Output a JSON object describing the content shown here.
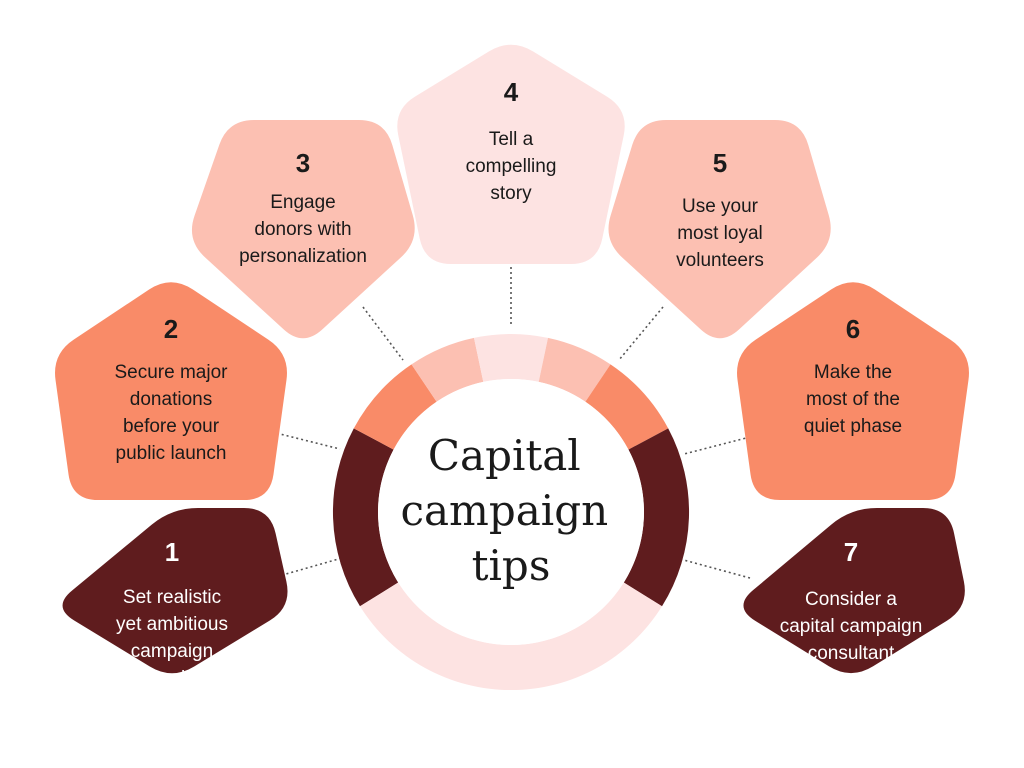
{
  "center_title": [
    "Capital",
    "campaign",
    "tips"
  ],
  "colors": {
    "darkest": "#5f1c1e",
    "orange": "#f98b68",
    "salmon": "#fcc0b2",
    "pale": "#fde3e2",
    "text_light": "#ffffff",
    "text_dark": "#1a1a1a",
    "connector": "#555555"
  },
  "tips": [
    {
      "number": "1",
      "lines": [
        "Set realistic",
        "yet ambitious",
        "campaign",
        "goals"
      ],
      "color": "#5f1c1e",
      "text_color": "#ffffff"
    },
    {
      "number": "2",
      "lines": [
        "Secure major",
        "donations",
        "before your",
        "public launch"
      ],
      "color": "#f98b68",
      "text_color": "#1a1a1a"
    },
    {
      "number": "3",
      "lines": [
        "Engage",
        "donors with",
        "personalization"
      ],
      "color": "#fcc0b2",
      "text_color": "#1a1a1a"
    },
    {
      "number": "4",
      "lines": [
        "Tell a",
        "compelling",
        "story"
      ],
      "color": "#fde3e2",
      "text_color": "#1a1a1a"
    },
    {
      "number": "5",
      "lines": [
        "Use your",
        "most loyal",
        "volunteers"
      ],
      "color": "#fcc0b2",
      "text_color": "#1a1a1a"
    },
    {
      "number": "6",
      "lines": [
        "Make the",
        "most of the",
        "quiet phase"
      ],
      "color": "#f98b68",
      "text_color": "#1a1a1a"
    },
    {
      "number": "7",
      "lines": [
        "Consider a",
        "capital campaign",
        "consultant"
      ],
      "color": "#5f1c1e",
      "text_color": "#ffffff"
    }
  ],
  "ring_segments": [
    {
      "tip": "1",
      "color": "#5f1c1e"
    },
    {
      "tip": "2",
      "color": "#f98b68"
    },
    {
      "tip": "3",
      "color": "#fcc0b2"
    },
    {
      "tip": "4",
      "color": "#fde3e2"
    },
    {
      "tip": "5",
      "color": "#fcc0b2"
    },
    {
      "tip": "6",
      "color": "#f98b68"
    },
    {
      "tip": "7",
      "color": "#5f1c1e"
    },
    {
      "tip": "",
      "color": "#fde3e2"
    }
  ]
}
